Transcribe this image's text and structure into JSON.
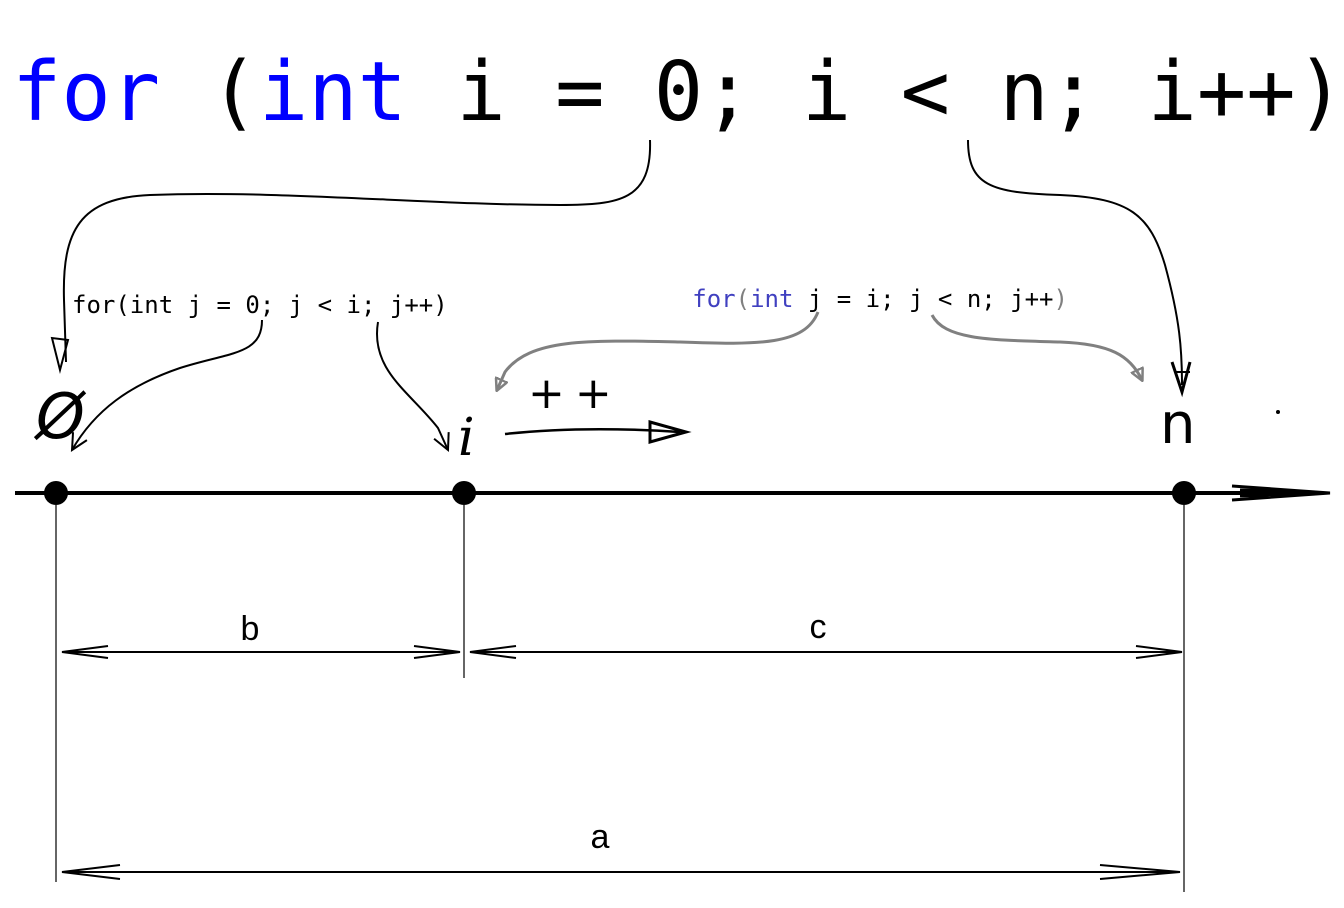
{
  "top_loop": {
    "kw_for": "for",
    "open_paren": "(",
    "kw_int": "int",
    "rest": " i = 0; i < n; i++",
    "close_paren": ")"
  },
  "inner_loop_left": {
    "text": "for(int j = 0; j < i; j++)"
  },
  "inner_loop_right": {
    "kw_for": "for",
    "paren_open": "(",
    "kw_int": "int",
    "rest": " j = i; j < n; j++",
    "paren_close": ")"
  },
  "handwritten": {
    "zero": "Ø",
    "i": "i",
    "increment": "++",
    "n": "n"
  },
  "dimensions": {
    "b": "b",
    "c": "c",
    "a": "a"
  },
  "colors": {
    "keyword": "#0000ff",
    "keyword_light": "#4040c0",
    "ink": "#000000",
    "gray_ink": "#808080"
  }
}
